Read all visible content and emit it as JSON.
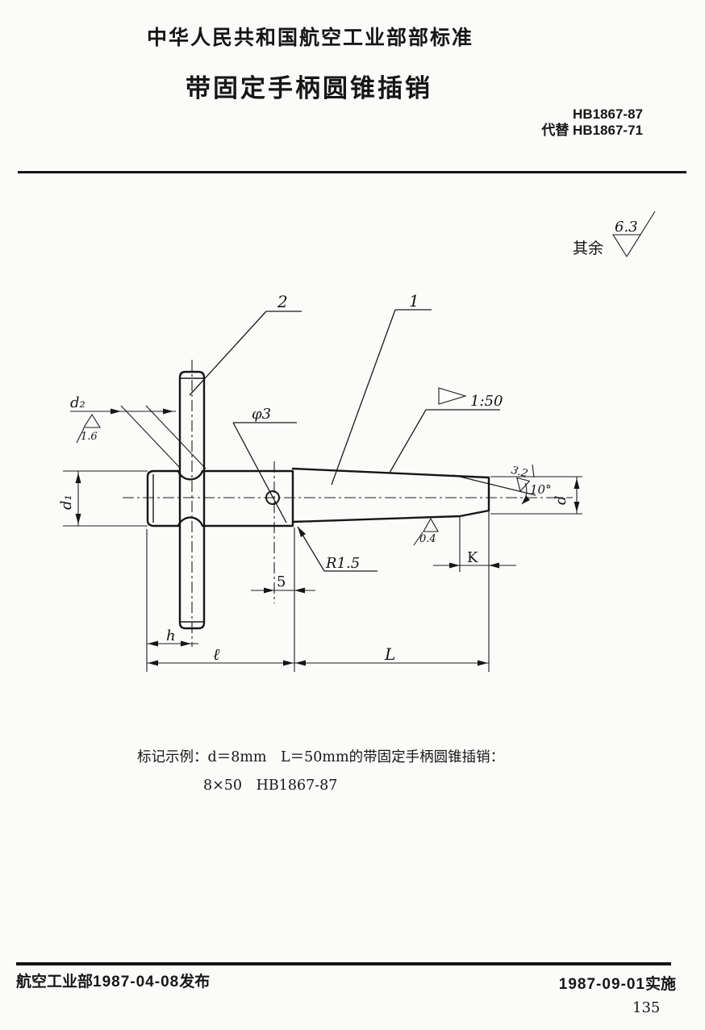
{
  "header": {
    "org_line": "中华人民共和国航空工业部部标准",
    "title": "带固定手柄圆锥插销",
    "standard_no": "HB1867-87",
    "supersedes": "代替 HB1867-71"
  },
  "drawing": {
    "note_rest_label": "其余",
    "note_rest_value": "6.3",
    "label_handle": "2",
    "label_pin": "1",
    "taper": "1:50",
    "dia_hole": "φ3",
    "dim_d2": "d₂",
    "rough_d2": "1.6",
    "dim_d1": "d₁",
    "radius": "R1.5",
    "rough_taper": "0.4",
    "rough_chamfer": "3.2",
    "chamfer_angle": "10°",
    "dim_d": "d",
    "dim_k": "K",
    "dim_5": "5",
    "dim_h": "h",
    "dim_l": "ℓ",
    "dim_L": "L"
  },
  "note": {
    "label": "标记示例：",
    "line1": "d＝8mm　L＝50mm的带固定手柄圆锥插销：",
    "line2": "8×50　HB1867-87"
  },
  "footer": {
    "issuer": "航空工业部",
    "issue_date": "1987-04-08",
    "issue_word": "发布",
    "effective_date": "1987-09-01",
    "effective_word": "实施",
    "page": "135"
  }
}
